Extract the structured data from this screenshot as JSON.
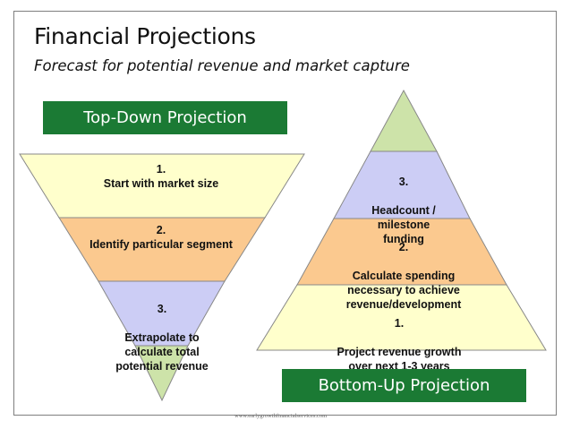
{
  "title": "Financial Projections",
  "subtitle": "Forecast for potential revenue and market capture",
  "top_down": {
    "banner": "Top-Down Projection",
    "steps": [
      {
        "num": "1.",
        "text": "Start with market size",
        "color": "#ffffcc"
      },
      {
        "num": "2.",
        "text": "Identify particular segment",
        "color": "#fbc98f"
      },
      {
        "num": "3.",
        "text": "Extrapolate to\ncalculate total\npotential revenue",
        "color": "#cccdf5"
      }
    ],
    "tip_color": "#cde3a9"
  },
  "bottom_up": {
    "banner": "Bottom-Up Projection",
    "steps": [
      {
        "num": "1.",
        "text": "Project revenue growth\nover next 1-3 years",
        "color": "#ffffcc"
      },
      {
        "num": "2.",
        "text": "Calculate spending\nnecessary to achieve\nrevenue/development",
        "color": "#fbc98f"
      },
      {
        "num": "3.",
        "text": "Headcount /\nmilestone\nfunding",
        "color": "#cccdf5"
      }
    ],
    "tip_color": "#cde3a9"
  },
  "footer": "www.earlygrowthfinancialservices.com",
  "colors": {
    "banner": "#1b7a34",
    "outline": "#7f7f7f"
  }
}
